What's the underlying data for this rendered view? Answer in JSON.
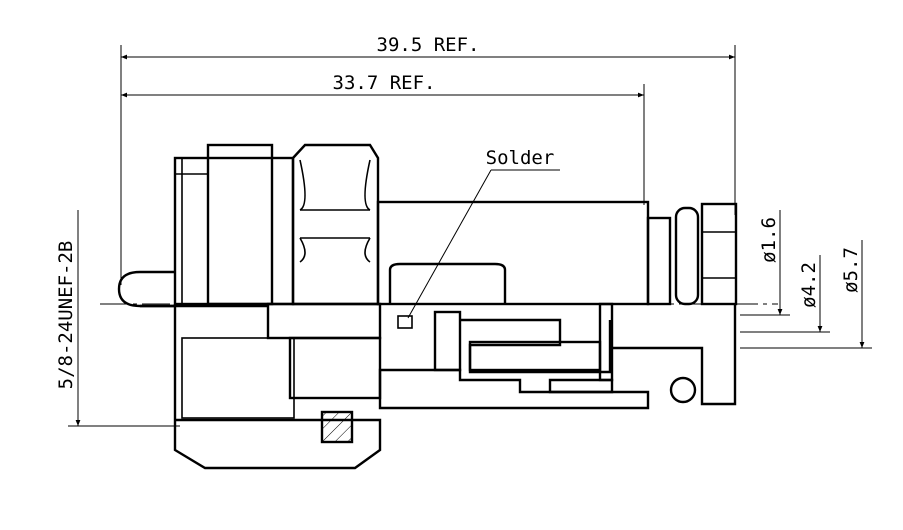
{
  "dimensions": {
    "overall_length": "39.5 REF.",
    "body_length": "33.7 REF."
  },
  "callouts": {
    "solder": "Solder"
  },
  "diameters": {
    "pin": "ø1.6",
    "inner": "ø4.2",
    "outer": "ø5.7"
  },
  "thread": "5/8-24UNEF-2B"
}
